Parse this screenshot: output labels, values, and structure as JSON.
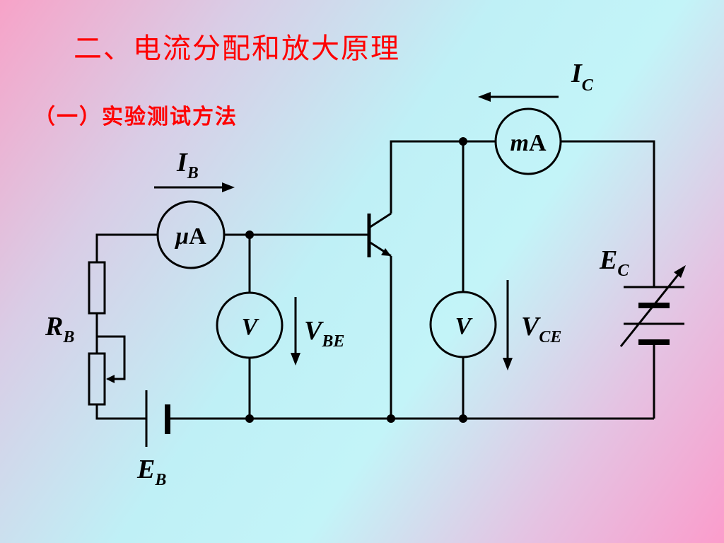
{
  "title": "二、电流分配和放大原理",
  "subtitle": "（一）实验测试方法",
  "labels": {
    "ic_main": "I",
    "ic_sub": "C",
    "ib_main": "I",
    "ib_sub": "B",
    "ec_main": "E",
    "ec_sub": "C",
    "rb_main": "R",
    "rb_sub": "B",
    "eb_main": "E",
    "eb_sub": "B",
    "vbe_main": "V",
    "vbe_sub": "BE",
    "vce_main": "V",
    "vce_sub": "CE"
  },
  "meters": {
    "ma": {
      "prefix": "m",
      "unit": "A"
    },
    "ua": {
      "prefix": "μ",
      "unit": "A"
    },
    "v_be": "V",
    "v_ce": "V"
  },
  "colors": {
    "title": "#ff0000",
    "lines": "#000000"
  }
}
